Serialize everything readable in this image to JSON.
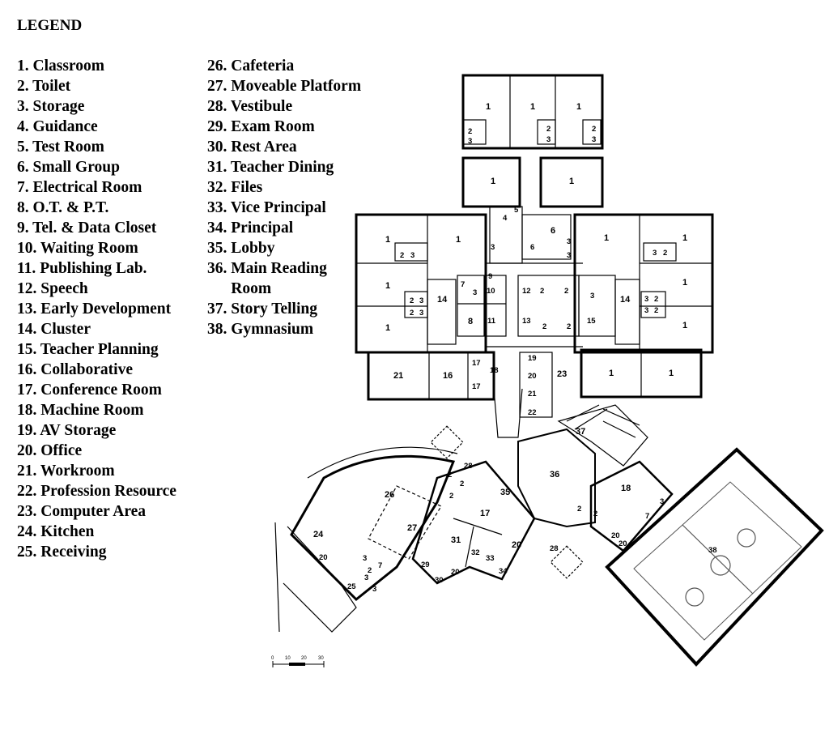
{
  "legend": {
    "title": "LEGEND",
    "items": [
      {
        "num": "1.",
        "label": "Classroom"
      },
      {
        "num": "2.",
        "label": "Toilet"
      },
      {
        "num": "3.",
        "label": "Storage"
      },
      {
        "num": "4.",
        "label": "Guidance"
      },
      {
        "num": "5.",
        "label": "Test Room"
      },
      {
        "num": "6.",
        "label": "Small Group"
      },
      {
        "num": "7.",
        "label": "Electrical Room"
      },
      {
        "num": "8.",
        "label": "O.T. & P.T."
      },
      {
        "num": "9.",
        "label": "Tel. & Data Closet"
      },
      {
        "num": "10.",
        "label": "Waiting Room"
      },
      {
        "num": "11.",
        "label": "Publishing Lab."
      },
      {
        "num": "12.",
        "label": "Speech"
      },
      {
        "num": "13.",
        "label": "Early Development"
      },
      {
        "num": "14.",
        "label": "Cluster"
      },
      {
        "num": "15.",
        "label": "Teacher Planning"
      },
      {
        "num": "16.",
        "label": "Collaborative"
      },
      {
        "num": "17.",
        "label": "Conference Room"
      },
      {
        "num": "18.",
        "label": "Machine Room"
      },
      {
        "num": "19.",
        "label": "AV Storage"
      },
      {
        "num": "20.",
        "label": "Office"
      },
      {
        "num": "21.",
        "label": "Workroom"
      },
      {
        "num": "22.",
        "label": "Profession Resource"
      },
      {
        "num": "23.",
        "label": "Computer Area"
      },
      {
        "num": "24.",
        "label": "Kitchen"
      },
      {
        "num": "25.",
        "label": "Receiving"
      },
      {
        "num": "26.",
        "label": "Cafeteria"
      },
      {
        "num": "27.",
        "label": "Moveable Platform"
      },
      {
        "num": "28.",
        "label": "Vestibule"
      },
      {
        "num": "29.",
        "label": "Exam Room"
      },
      {
        "num": "30.",
        "label": "Rest Area"
      },
      {
        "num": "31.",
        "label": "Teacher Dining"
      },
      {
        "num": "32.",
        "label": "Files"
      },
      {
        "num": "33.",
        "label": "Vice Principal"
      },
      {
        "num": "34.",
        "label": "Principal"
      },
      {
        "num": "35.",
        "label": "Lobby"
      },
      {
        "num": "36.",
        "label": "Main Reading Room"
      },
      {
        "num": "37.",
        "label": "Story Telling"
      },
      {
        "num": "38.",
        "label": "Gymnasium"
      }
    ]
  },
  "scale_bar": {
    "ticks": [
      "0",
      "10",
      "20",
      "30"
    ]
  },
  "room_labels": {
    "classroom": "1",
    "toilet": "2",
    "storage": "3",
    "guidance": "4",
    "test_room": "5",
    "small_group": "6",
    "electrical": "7",
    "ot_pt": "8",
    "tel_data": "9",
    "waiting": "10",
    "publishing": "11",
    "speech": "12",
    "early_dev": "13",
    "cluster": "14",
    "teacher_planning": "15",
    "collaborative": "16",
    "conference": "17",
    "machine": "18",
    "av_storage": "19",
    "office": "20",
    "workroom": "21",
    "profession": "22",
    "computer": "23",
    "kitchen": "24",
    "receiving": "25",
    "cafeteria": "26",
    "platform": "27",
    "vestibule": "28",
    "exam": "29",
    "rest": "30",
    "teacher_dining": "31",
    "files": "32",
    "vice_principal": "33",
    "principal": "34",
    "lobby": "35",
    "reading": "36",
    "story": "37",
    "gym": "38"
  },
  "colors": {
    "line": "#000000",
    "paper": "#ffffff",
    "court": "#555555"
  }
}
